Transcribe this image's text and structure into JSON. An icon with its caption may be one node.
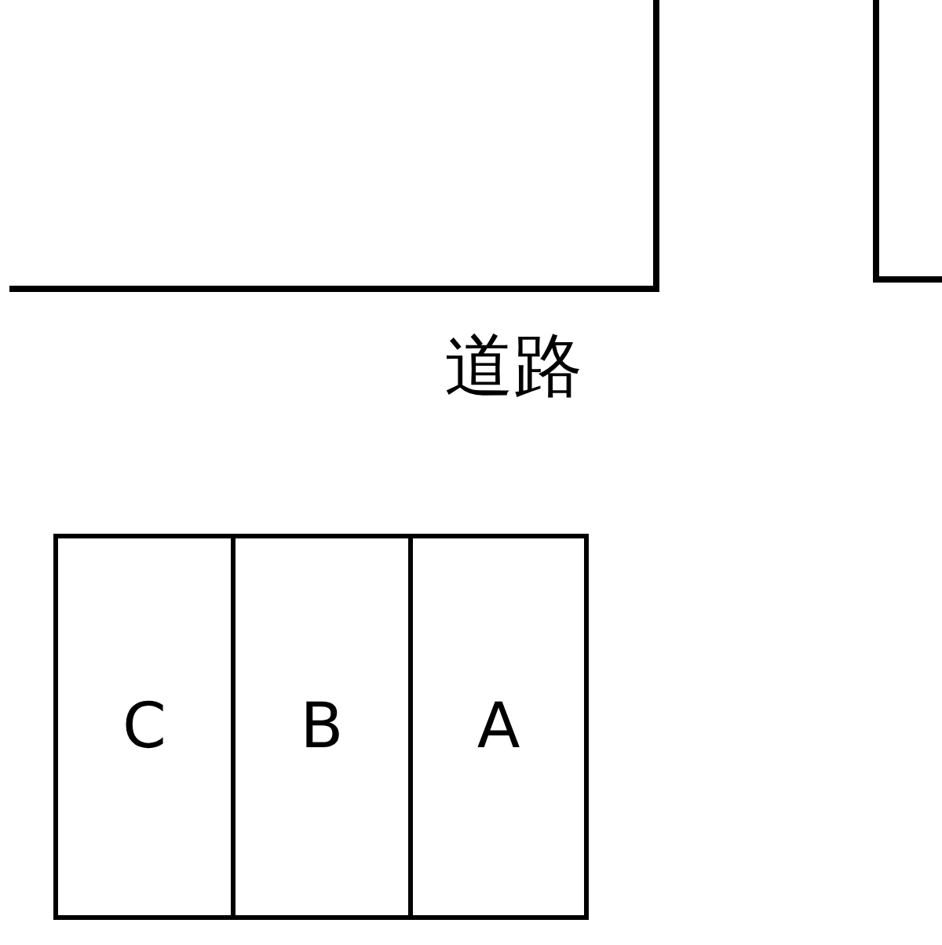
{
  "diagram": {
    "nodes": [
      {
        "text": [
          "C"
        ]
      },
      {
        "text": [
          "B"
        ]
      },
      {
        "text": [
          "A"
        ]
      }
    ],
    "labels": [
      "道路"
    ]
  }
}
